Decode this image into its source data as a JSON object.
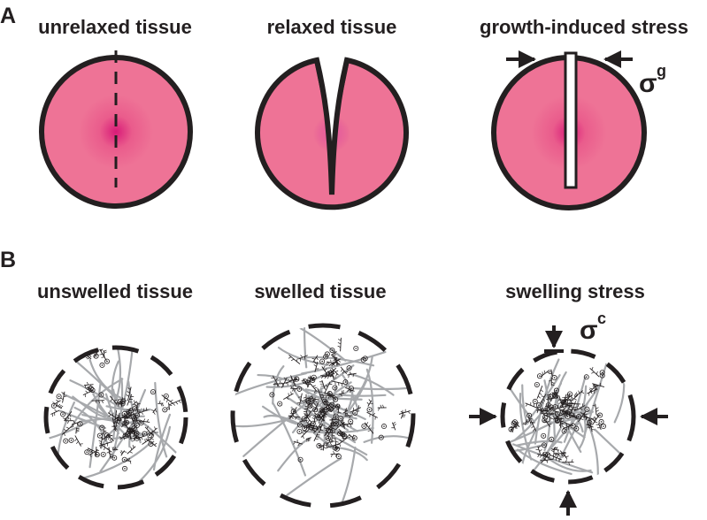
{
  "panels": {
    "A": {
      "letter": "A",
      "titles": {
        "unrelaxed": "unrelaxed tissue",
        "relaxed": "relaxed tissue",
        "growth": "growth-induced stress"
      },
      "stress_symbol": "σ",
      "stress_superscript": "g"
    },
    "B": {
      "letter": "B",
      "titles": {
        "unswelled": "unswelled tissue",
        "swelled": "swelled tissue",
        "swelling": "swelling stress"
      },
      "stress_symbol": "σ",
      "stress_superscript": "c"
    }
  },
  "colors": {
    "tissue_fill": "#ee7396",
    "tissue_center": "#d81b78",
    "outline": "#231f20",
    "fiber_gray": "#a7a9ac"
  }
}
